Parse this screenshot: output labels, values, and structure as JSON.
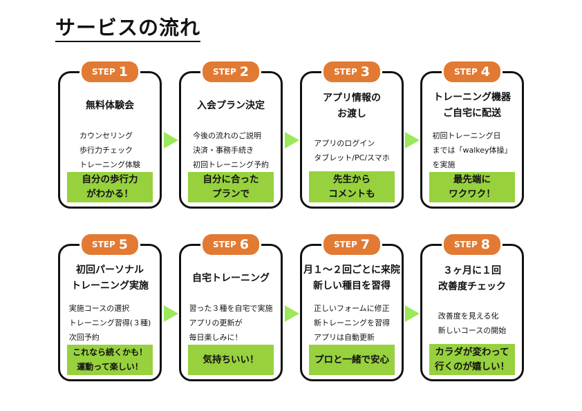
{
  "title": "サービスの流れ",
  "step_label": "STEP",
  "steps": [
    {
      "num": "1",
      "heading": [
        "無料体験会"
      ],
      "items": [
        "カウンセリング",
        "歩行力チェック",
        "トレーニング体験"
      ],
      "highlight": [
        "自分の歩行力",
        "がわかる！"
      ]
    },
    {
      "num": "2",
      "heading": [
        "入会プラン決定"
      ],
      "items": [
        "今後の流れのご説明",
        "決済・事務手続き",
        "初回トレーニング予約"
      ],
      "highlight": [
        "自分に合った",
        "プランで"
      ]
    },
    {
      "num": "3",
      "heading": [
        "アプリ情報の",
        "お渡し"
      ],
      "items": [
        "アプリのログイン",
        "タブレット/PC/スマホ"
      ],
      "highlight": [
        "先生から",
        "コメントも"
      ]
    },
    {
      "num": "4",
      "heading": [
        "トレーニング機器",
        "ご自宅に配送"
      ],
      "items": [
        "初回トレーニング日",
        "までは「walkey体操」",
        "を実施"
      ],
      "highlight": [
        "最先端に",
        "ワクワク！"
      ]
    },
    {
      "num": "5",
      "heading": [
        "初回パーソナル",
        "トレーニング実施"
      ],
      "items": [
        "実施コースの選択",
        "トレーニング習得(３種)",
        "次回予約"
      ],
      "highlight": [
        "これなら続くかも！",
        "運動って楽しい！"
      ]
    },
    {
      "num": "6",
      "heading": [
        "自宅トレーニング"
      ],
      "items": [
        "習った３種を自宅で実施",
        "アプリの更新が",
        "毎日楽しみに！"
      ],
      "highlight": [
        "気持ちいい！"
      ]
    },
    {
      "num": "7",
      "heading": [
        "月１〜２回ごとに来院",
        "新しい種目を習得"
      ],
      "items": [
        "正しいフォームに修正",
        "新トレーニングを習得",
        "アプリは自動更新"
      ],
      "highlight": [
        "プロと一緒で安心"
      ]
    },
    {
      "num": "8",
      "heading": [
        "３ヶ月に１回",
        "改善度チェック"
      ],
      "items": [
        "改善度を見える化",
        "新しいコースの開始"
      ],
      "highlight": [
        "カラダが変わって",
        "行くのが嬉しい！"
      ]
    }
  ]
}
